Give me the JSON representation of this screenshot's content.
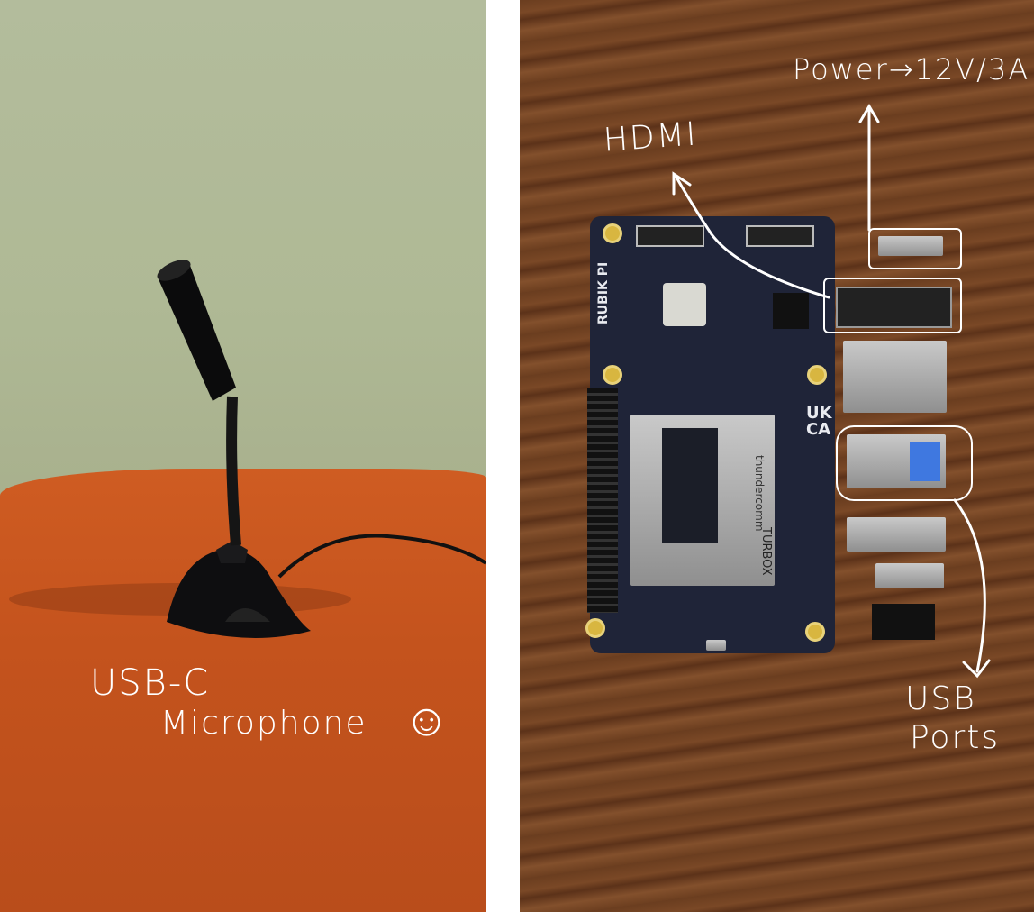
{
  "left_photo": {
    "annotation_line1": "USB-C",
    "annotation_line2": "Microphone",
    "smiley": "☺"
  },
  "right_photo": {
    "power_label": "Power→12V/3A",
    "hdmi_label": "HDMI",
    "usb_label_line1": "USB",
    "usb_label_line2": "Ports",
    "board_logo": "RUBIK PI",
    "module_brand": "thundercomm",
    "module_name": "TURBOX",
    "cert_marks": "UK CA"
  },
  "colors": {
    "annotation": "#ffffff",
    "board": "#1f2438",
    "cloth": "#c4531d",
    "wall": "#b0b996"
  }
}
